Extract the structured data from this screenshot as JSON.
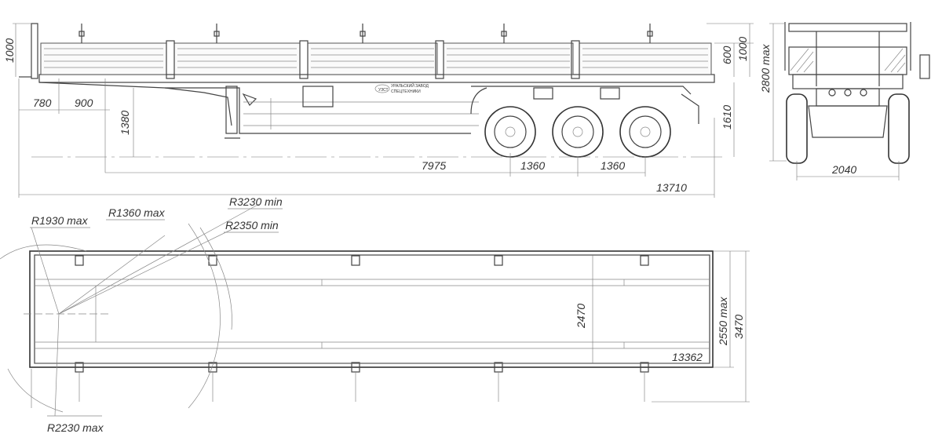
{
  "side_view": {
    "dims": {
      "deck_height": "1000",
      "front_overhang": "780",
      "kingpin_offset": "900",
      "fifth_wheel_height": "1380",
      "axle_span_to_kingpin": "7975",
      "axle_spacing_1": "1360",
      "axle_spacing_2": "1360",
      "overall_length": "13710",
      "board_height": "600",
      "stake_height": "1000",
      "deck_to_ground": "1610"
    }
  },
  "rear_view": {
    "dims": {
      "max_height": "2800 max",
      "track_width": "2040"
    }
  },
  "top_view": {
    "dims": {
      "radius_front_max": "R1930 max",
      "radius_kingpin_max": "R1360 max",
      "radius_outer_min": "R3230 min",
      "radius_inner_min": "R2350 min",
      "radius_corner_max": "R2230 max",
      "inner_width": "2470",
      "overall_width": "2550 max",
      "width_with_stakes": "3470",
      "platform_length": "13362"
    }
  },
  "plate_text": {
    "line1": "УРАЛЬСКИЙ ЗАВОД",
    "line2": "СПЕЦТЕХНИКИ",
    "logo": "УЗСТ"
  }
}
